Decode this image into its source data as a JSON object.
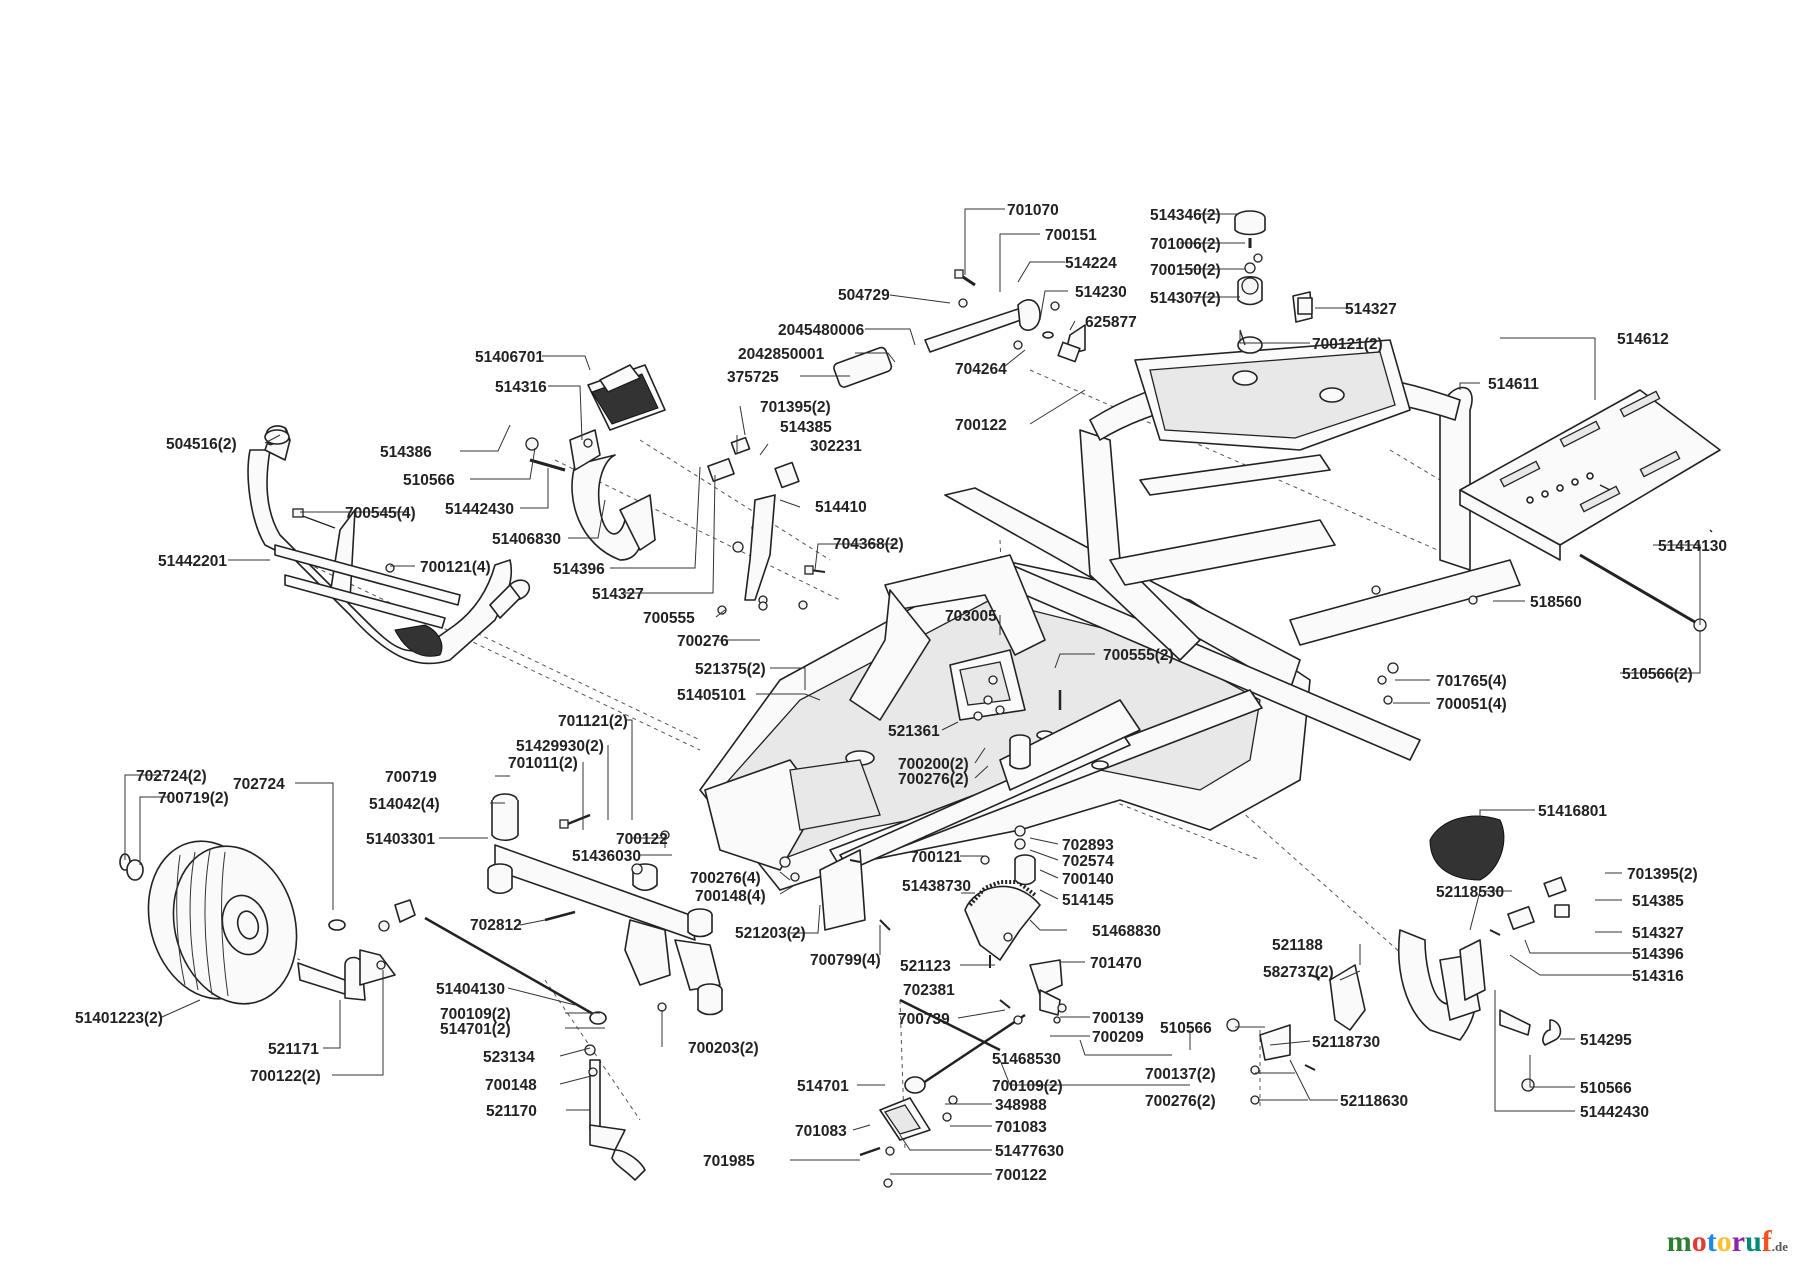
{
  "diagram": {
    "labels": [
      {
        "id": "l1",
        "text": "701070"
      },
      {
        "id": "l2",
        "text": "700151"
      },
      {
        "id": "l3",
        "text": "514224"
      },
      {
        "id": "l4",
        "text": "514230"
      },
      {
        "id": "l5",
        "text": "504729"
      },
      {
        "id": "l6",
        "text": "625877"
      },
      {
        "id": "l7",
        "text": "2045480006"
      },
      {
        "id": "l8",
        "text": "2042850001"
      },
      {
        "id": "l9",
        "text": "375725"
      },
      {
        "id": "l10",
        "text": "704264"
      },
      {
        "id": "l11",
        "text": "514346(2)"
      },
      {
        "id": "l12",
        "text": "701006(2)"
      },
      {
        "id": "l13",
        "text": "700150(2)"
      },
      {
        "id": "l14",
        "text": "514307(2)"
      },
      {
        "id": "l15",
        "text": "514327"
      },
      {
        "id": "l16",
        "text": "700121(2)"
      },
      {
        "id": "l17",
        "text": "514612"
      },
      {
        "id": "l18",
        "text": "514611"
      },
      {
        "id": "l19",
        "text": "700122"
      },
      {
        "id": "l20",
        "text": "51406701"
      },
      {
        "id": "l21",
        "text": "514316"
      },
      {
        "id": "l22",
        "text": "514386"
      },
      {
        "id": "l23",
        "text": "510566"
      },
      {
        "id": "l24",
        "text": "51442430"
      },
      {
        "id": "l25",
        "text": "51406830"
      },
      {
        "id": "l26",
        "text": "514396"
      },
      {
        "id": "l27",
        "text": "514327"
      },
      {
        "id": "l28",
        "text": "701395(2)"
      },
      {
        "id": "l29",
        "text": "514385"
      },
      {
        "id": "l30",
        "text": "302231"
      },
      {
        "id": "l31",
        "text": "514410"
      },
      {
        "id": "l32",
        "text": "504516(2)"
      },
      {
        "id": "l33",
        "text": "700545(4)"
      },
      {
        "id": "l34",
        "text": "700121(4)"
      },
      {
        "id": "l35",
        "text": "51442201"
      },
      {
        "id": "l36",
        "text": "704368(2)"
      },
      {
        "id": "l37",
        "text": "700555"
      },
      {
        "id": "l38",
        "text": "700276"
      },
      {
        "id": "l39",
        "text": "703005"
      },
      {
        "id": "l40",
        "text": "700555(2)"
      },
      {
        "id": "l41",
        "text": "521375(2)"
      },
      {
        "id": "l42",
        "text": "51405101"
      },
      {
        "id": "l43",
        "text": "521361"
      },
      {
        "id": "l44",
        "text": "700200(2)"
      },
      {
        "id": "l45",
        "text": "700276(2)"
      },
      {
        "id": "l46",
        "text": "51414130"
      },
      {
        "id": "l47",
        "text": "518560"
      },
      {
        "id": "l48",
        "text": "701765(4)"
      },
      {
        "id": "l49",
        "text": "700051(4)"
      },
      {
        "id": "l50",
        "text": "510566(2)"
      },
      {
        "id": "l51",
        "text": "701121(2)"
      },
      {
        "id": "l52",
        "text": "51429930(2)"
      },
      {
        "id": "l53",
        "text": "701011(2)"
      },
      {
        "id": "l54",
        "text": "700719"
      },
      {
        "id": "l55",
        "text": "514042(4)"
      },
      {
        "id": "l56",
        "text": "51403301"
      },
      {
        "id": "l57",
        "text": "700122"
      },
      {
        "id": "l58",
        "text": "51436030"
      },
      {
        "id": "l59",
        "text": "702724(2)"
      },
      {
        "id": "l60",
        "text": "700719(2)"
      },
      {
        "id": "l61",
        "text": "702724"
      },
      {
        "id": "l62",
        "text": "700276(4)"
      },
      {
        "id": "l63",
        "text": "700148(4)"
      },
      {
        "id": "l64",
        "text": "521203(2)"
      },
      {
        "id": "l65",
        "text": "700799(4)"
      },
      {
        "id": "l66",
        "text": "702812"
      },
      {
        "id": "l67",
        "text": "700121"
      },
      {
        "id": "l68",
        "text": "51438730"
      },
      {
        "id": "l69",
        "text": "702893"
      },
      {
        "id": "l70",
        "text": "702574"
      },
      {
        "id": "l71",
        "text": "700140"
      },
      {
        "id": "l72",
        "text": "514145"
      },
      {
        "id": "l73",
        "text": "51468830"
      },
      {
        "id": "l74",
        "text": "521123"
      },
      {
        "id": "l75",
        "text": "701470"
      },
      {
        "id": "l76",
        "text": "702381"
      },
      {
        "id": "l77",
        "text": "51416801"
      },
      {
        "id": "l78",
        "text": "701395(2)"
      },
      {
        "id": "l79",
        "text": "514385"
      },
      {
        "id": "l80",
        "text": "52118530"
      },
      {
        "id": "l81",
        "text": "514327"
      },
      {
        "id": "l82",
        "text": "514396"
      },
      {
        "id": "l83",
        "text": "514316"
      },
      {
        "id": "l84",
        "text": "521188"
      },
      {
        "id": "l85",
        "text": "582737(2)"
      },
      {
        "id": "l86",
        "text": "51401223(2)"
      },
      {
        "id": "l87",
        "text": "521171"
      },
      {
        "id": "l88",
        "text": "700122(2)"
      },
      {
        "id": "l89",
        "text": "51404130"
      },
      {
        "id": "l90",
        "text": "700109(2)"
      },
      {
        "id": "l91",
        "text": "514701(2)"
      },
      {
        "id": "l92",
        "text": "700203(2)"
      },
      {
        "id": "l93",
        "text": "523134"
      },
      {
        "id": "l94",
        "text": "700148"
      },
      {
        "id": "l95",
        "text": "521170"
      },
      {
        "id": "l96",
        "text": "700739"
      },
      {
        "id": "l97",
        "text": "700139"
      },
      {
        "id": "l98",
        "text": "700209"
      },
      {
        "id": "l99",
        "text": "51468530"
      },
      {
        "id": "l100",
        "text": "514701"
      },
      {
        "id": "l101",
        "text": "700109(2)"
      },
      {
        "id": "l102",
        "text": "348988"
      },
      {
        "id": "l103",
        "text": "701083"
      },
      {
        "id": "l104",
        "text": "701083"
      },
      {
        "id": "l105",
        "text": "51477630"
      },
      {
        "id": "l106",
        "text": "701985"
      },
      {
        "id": "l107",
        "text": "700122"
      },
      {
        "id": "l108",
        "text": "510566"
      },
      {
        "id": "l109",
        "text": "52118730"
      },
      {
        "id": "l110",
        "text": "700137(2)"
      },
      {
        "id": "l111",
        "text": "52118630"
      },
      {
        "id": "l112",
        "text": "700276(2)"
      },
      {
        "id": "l113",
        "text": "514295"
      },
      {
        "id": "l114",
        "text": "510566"
      },
      {
        "id": "l115",
        "text": "51442430"
      }
    ]
  },
  "watermark": {
    "brand": "motoruf",
    "tld": ".de",
    "colors": [
      "#2e7d32",
      "#e53935",
      "#1e88e5",
      "#fbc02d",
      "#8e24aa",
      "#00897b",
      "#f4511e"
    ]
  }
}
